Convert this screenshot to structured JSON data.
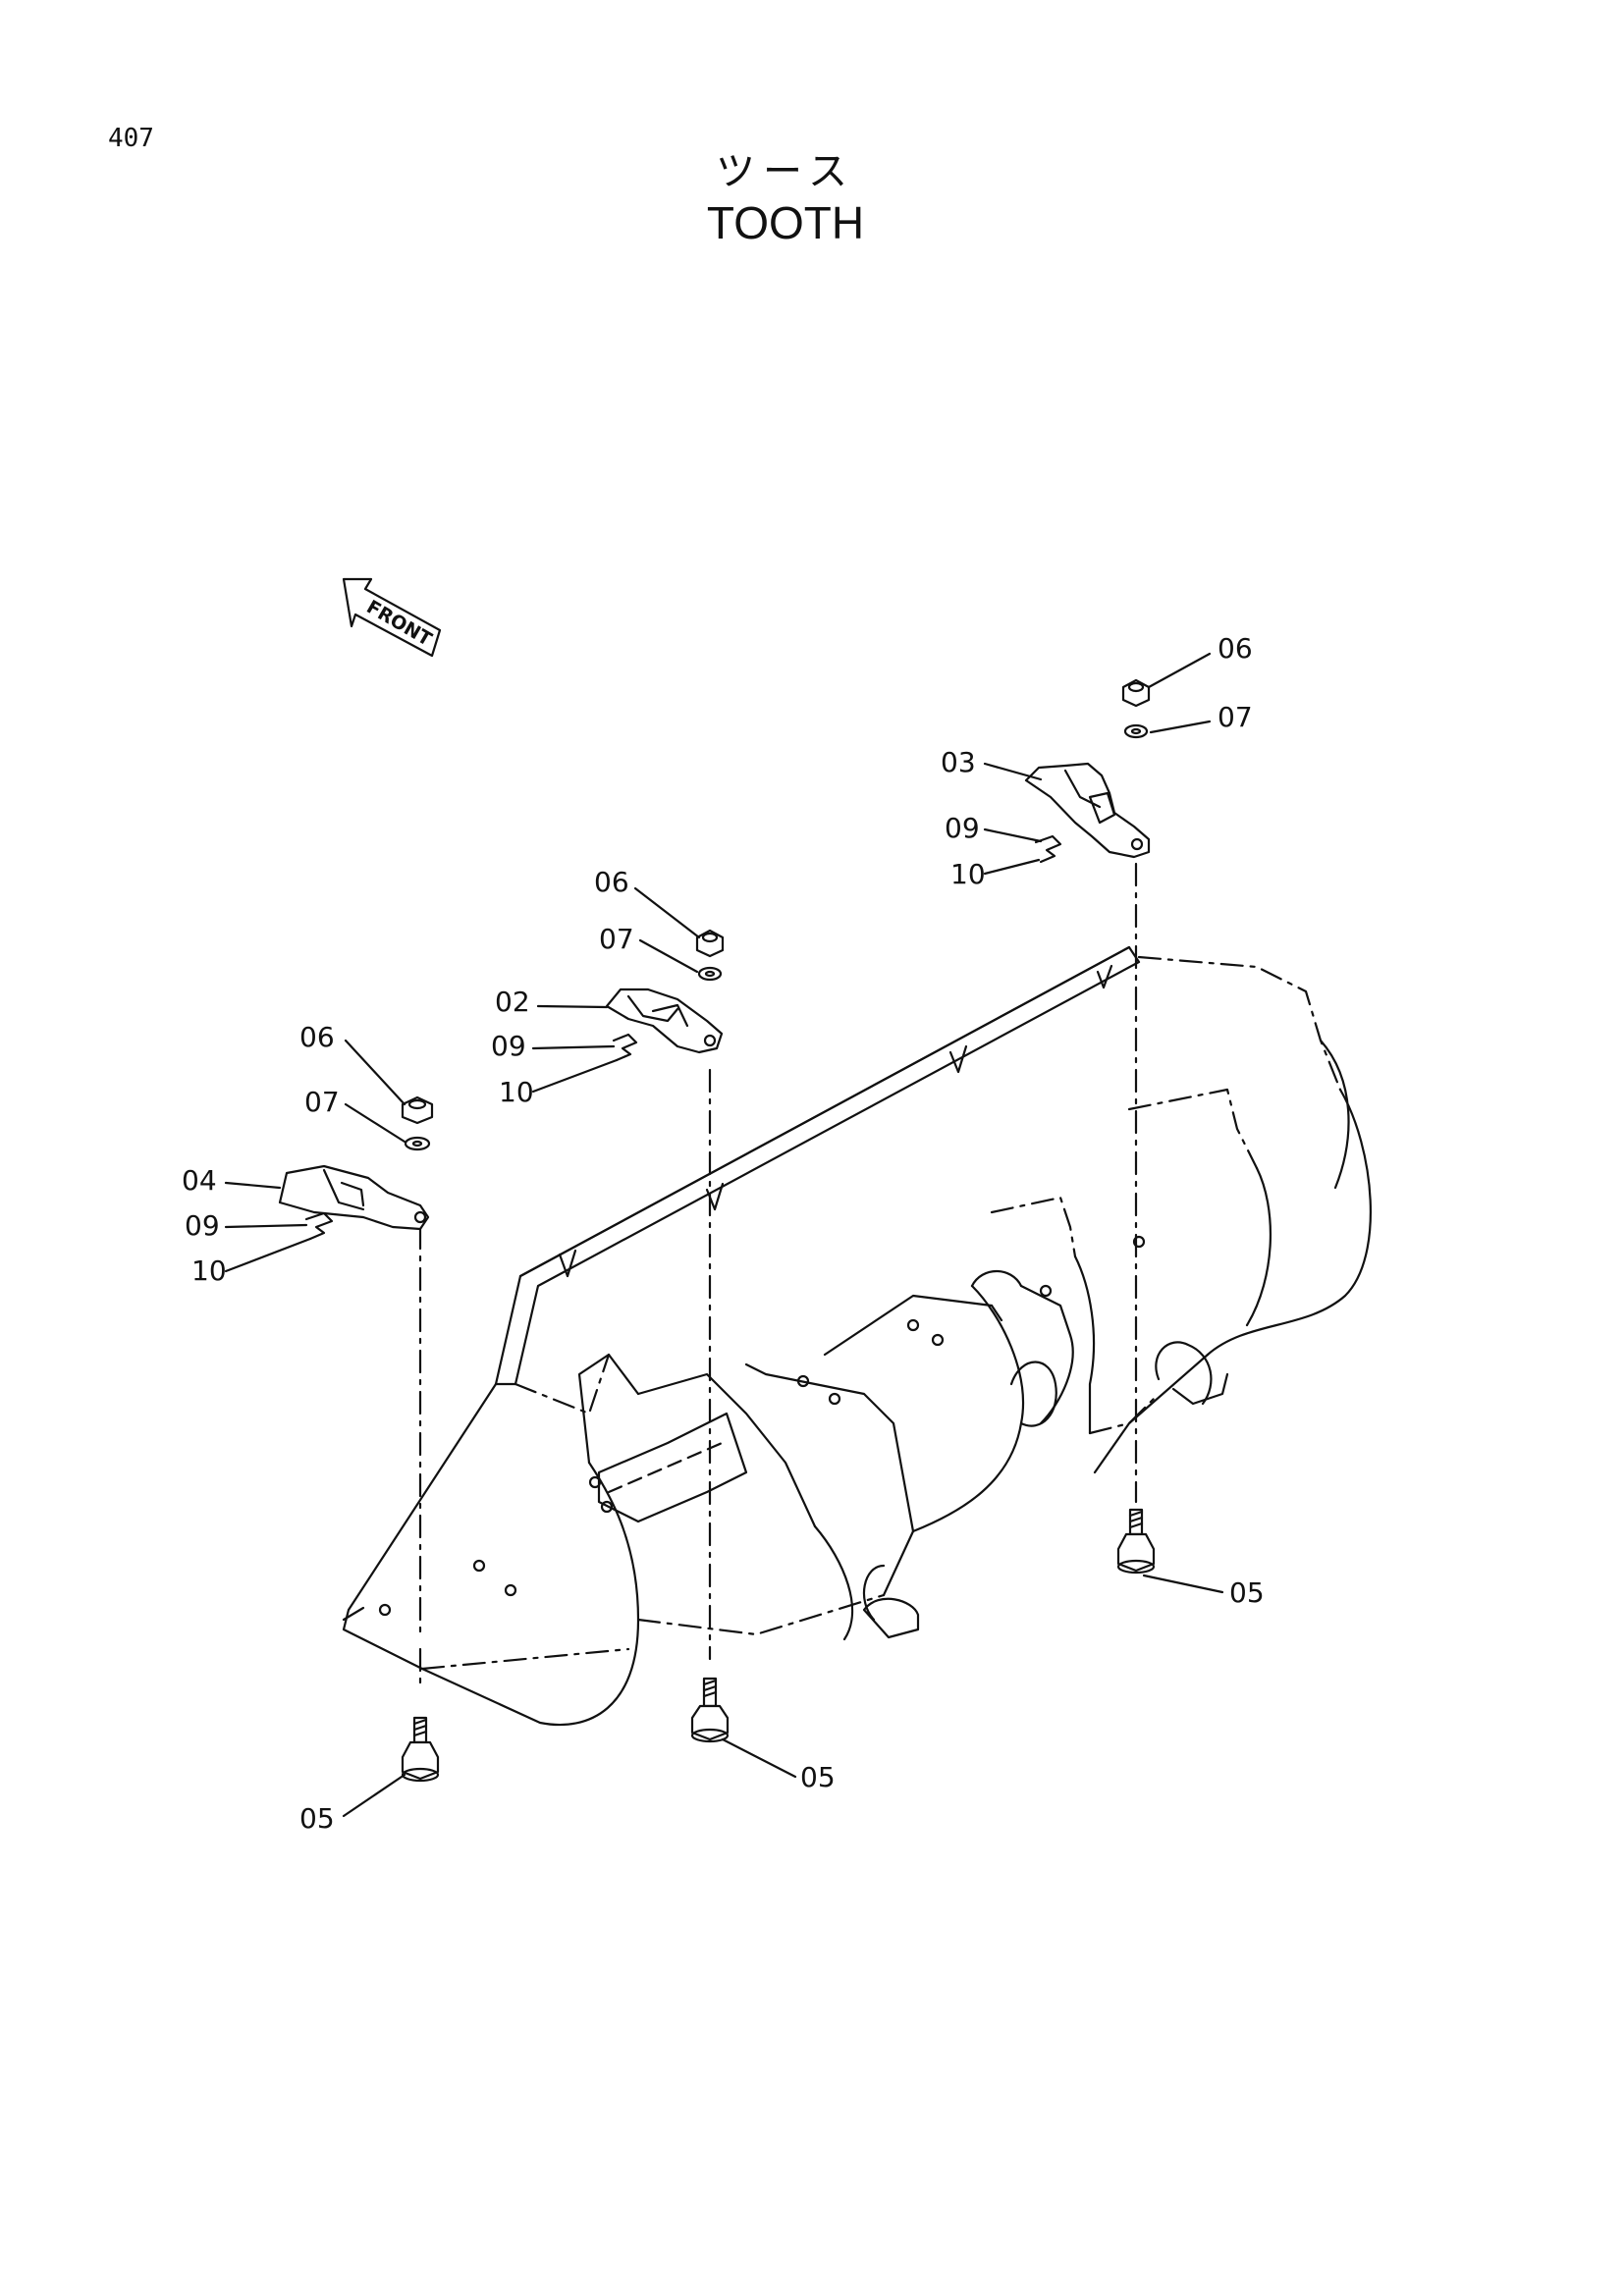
{
  "page_number": "407",
  "title_jp": "ツース",
  "title_en": "TOOTH",
  "front_label": "FRONT",
  "callouts": {
    "c02": "02",
    "c03": "03",
    "c04": "04",
    "c05a": "05",
    "c05b": "05",
    "c05c": "05",
    "c06a": "06",
    "c06b": "06",
    "c06c": "06",
    "c07a": "07",
    "c07b": "07",
    "c07c": "07",
    "c09a": "09",
    "c09b": "09",
    "c09c": "09",
    "c10a": "10",
    "c10b": "10",
    "c10c": "10"
  }
}
